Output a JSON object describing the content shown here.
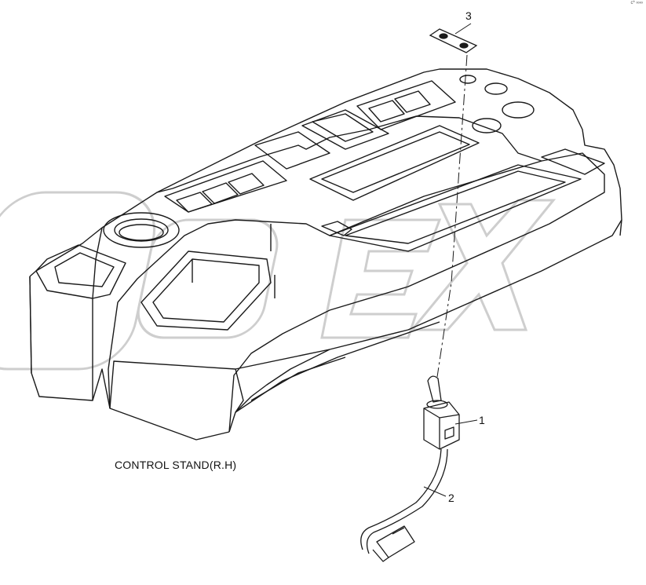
{
  "diagram": {
    "caption": "CONTROL STAND(R.H)",
    "callouts": [
      {
        "number": "1",
        "part": "toggle-switch"
      },
      {
        "number": "2",
        "part": "wire-harness"
      },
      {
        "number": "3",
        "part": "switch-label-plate"
      }
    ],
    "watermark": "OPEX",
    "corner_mark": "c* ∞∞",
    "colors": {
      "line": "#1a1a1a",
      "watermark": "#c8c8c8",
      "background": "#ffffff"
    }
  }
}
